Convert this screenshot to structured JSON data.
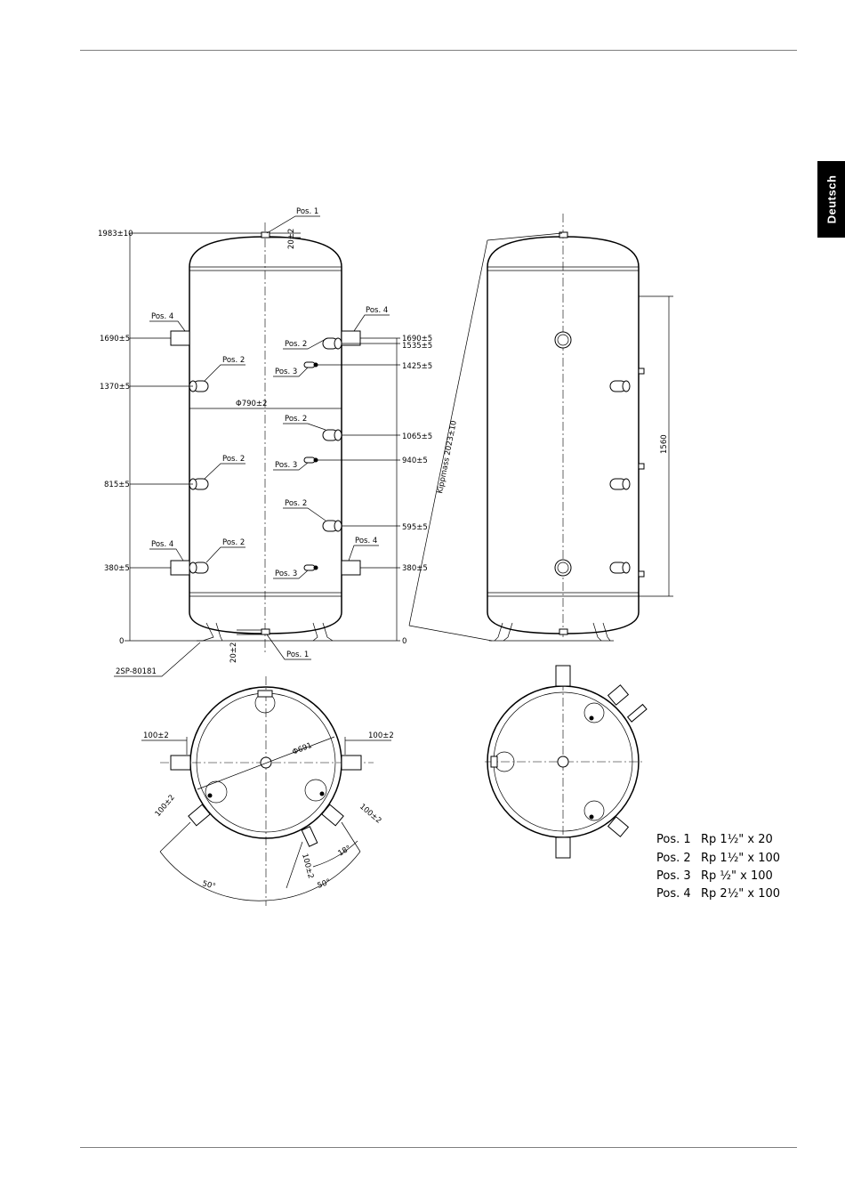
{
  "page": {
    "language_tab": "Deutsch",
    "colors": {
      "ink": "#000000",
      "rule": "#7f7f7f",
      "tab": "#000000"
    }
  },
  "drawing": {
    "side_view": {
      "top_height": "1983±10",
      "left_dims": [
        "1690±5",
        "1370±5",
        "815±5",
        "380±5",
        "0"
      ],
      "right_dims": [
        "1690±5",
        "1535±5",
        "1425±5",
        "1065±5",
        "940±5",
        "595±5",
        "380±5",
        "0"
      ],
      "diameter": "Φ790±2",
      "top_gap": "20±2",
      "bottom_gap": "20±2",
      "foot_label": "2SP-80181",
      "pos_labels": {
        "pos1": "Pos. 1",
        "pos2": "Pos. 2",
        "pos3": "Pos. 3",
        "pos4": "Pos. 4"
      }
    },
    "front_view": {
      "tilt": "Kippmass 2023±10",
      "height": "1560"
    },
    "top_view_left": {
      "inner_diameter": "Φ691",
      "offset_left": "100±2",
      "offset_right": "100±2",
      "offset_lower_left": "100±2",
      "offset_lower_right": "100±2",
      "offset_bottom": "100±2",
      "angle_small": "18°",
      "angle_left": "50°",
      "angle_right": "50°"
    }
  },
  "legend": [
    {
      "pos": "Pos. 1",
      "spec": "Rp 1½\" x 20"
    },
    {
      "pos": "Pos. 2",
      "spec": "Rp 1½\" x 100"
    },
    {
      "pos": "Pos. 3",
      "spec": "Rp ½\" x 100"
    },
    {
      "pos": "Pos. 4",
      "spec": "Rp 2½\" x 100"
    }
  ]
}
